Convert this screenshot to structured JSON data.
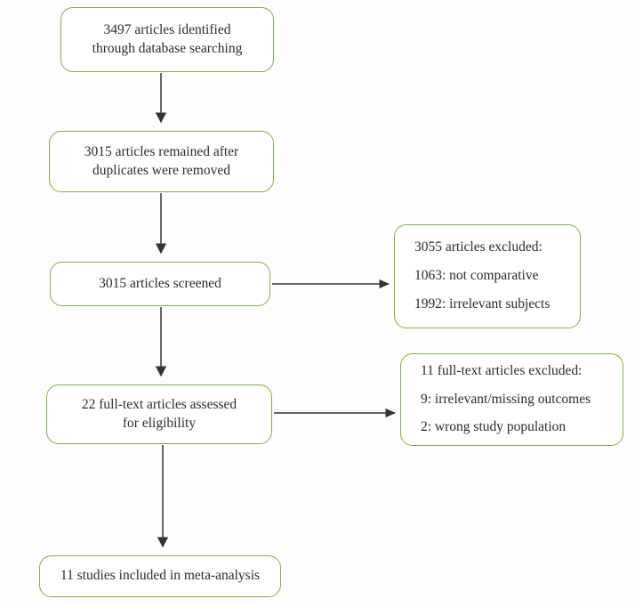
{
  "diagram": {
    "title": "PRISMA study selection flow diagram",
    "accent_color": "#7cb342",
    "text_color": "#2b2b2b",
    "arrow_color": "#333333",
    "background_color": "#fdfdfd"
  },
  "nodes": {
    "identified": {
      "line1": "3497 articles identified",
      "line2": "through database searching"
    },
    "duplicates": {
      "line1": "3015 articles remained after",
      "line2": "duplicates were removed"
    },
    "screened": {
      "line1": "3015 articles screened"
    },
    "fulltext": {
      "line1": "22 full-text articles assessed",
      "line2": "for eligibility"
    },
    "included": {
      "line1": "11 studies included in meta-analysis"
    },
    "excluded_screening": {
      "line1": "3055 articles excluded:",
      "line2": "1063: not comparative",
      "line3": "1992: irrelevant subjects"
    },
    "excluded_eligibility": {
      "line1": "11 full-text articles excluded:",
      "line2": "9: irrelevant/missing outcomes",
      "line3": "2: wrong study population"
    }
  },
  "chart_data": {
    "type": "diagram",
    "title": "PRISMA study selection flow diagram",
    "stages": [
      {
        "id": "identified",
        "label": "3497 articles identified through database searching",
        "count": 3497
      },
      {
        "id": "duplicates",
        "label": "3015 articles remained after duplicates were removed",
        "count": 3015
      },
      {
        "id": "screened",
        "label": "3015 articles screened",
        "count": 3015
      },
      {
        "id": "fulltext",
        "label": "22 full-text articles assessed for eligibility",
        "count": 22
      },
      {
        "id": "included",
        "label": "11 studies included in meta-analysis",
        "count": 11
      }
    ],
    "exclusions": [
      {
        "from": "screened",
        "total": 3055,
        "label": "3055 articles excluded:",
        "reasons": [
          {
            "count": 1063,
            "reason": "not comparative"
          },
          {
            "count": 1992,
            "reason": "irrelevant subjects"
          }
        ]
      },
      {
        "from": "fulltext",
        "total": 11,
        "label": "11 full-text articles excluded:",
        "reasons": [
          {
            "count": 9,
            "reason": "irrelevant/missing outcomes"
          },
          {
            "count": 2,
            "reason": "wrong study population"
          }
        ]
      }
    ],
    "edges": [
      {
        "from": "identified",
        "to": "duplicates",
        "direction": "down"
      },
      {
        "from": "duplicates",
        "to": "screened",
        "direction": "down"
      },
      {
        "from": "screened",
        "to": "fulltext",
        "direction": "down"
      },
      {
        "from": "screened",
        "to": "excluded_screening",
        "direction": "right"
      },
      {
        "from": "fulltext",
        "to": "included",
        "direction": "down"
      },
      {
        "from": "fulltext",
        "to": "excluded_eligibility",
        "direction": "right"
      }
    ]
  }
}
